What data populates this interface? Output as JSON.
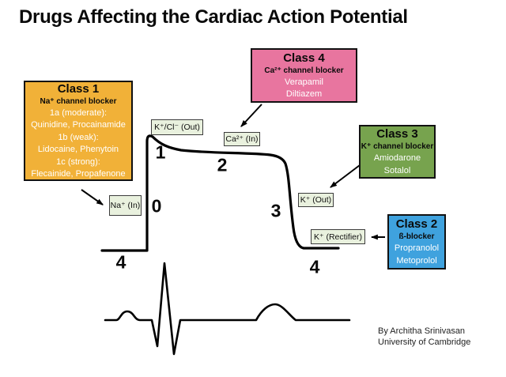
{
  "title": "Drugs Affecting the Cardiac Action Potential",
  "class_boxes": [
    {
      "title": "Class 1",
      "subtitle": "Na⁺ channel blocker",
      "color": "#F1B138",
      "lines": [
        "1a (moderate):",
        "Quinidine, Procainamide",
        "1b (weak):",
        "Lidocaine, Phenytoin",
        "1c (strong):",
        "Flecainide, Propafenone"
      ]
    },
    {
      "title": "Class 2",
      "subtitle": "ß-blocker",
      "color": "#3FA2DE",
      "lines": [
        "Propranolol",
        "Metoprolol"
      ]
    },
    {
      "title": "Class 3",
      "subtitle": "K⁺ channel blocker",
      "color": "#77A34E",
      "lines": [
        "Amiodarone",
        "Sotalol"
      ]
    },
    {
      "title": "Class 4",
      "subtitle": "Ca²⁺ channel blocker",
      "color": "#E8759F",
      "lines": [
        "Verapamil",
        "Diltiazem"
      ]
    }
  ],
  "channel_labels": {
    "kcl_out": "K⁺/Cl⁻ (Out)",
    "ca_in": "Ca²⁺ (In)",
    "na_in": "Na⁺ (In)",
    "k_out": "K⁺ (Out)",
    "k_rectifier": "K⁺ (Rectifier)"
  },
  "label_box_color": "#E9F1DE",
  "phase_numbers": {
    "p0": "0",
    "p1": "1",
    "p2": "2",
    "p3": "3",
    "p4_left": "4",
    "p4_right": "4"
  },
  "attribution": {
    "line1": "By Architha Srinivasan",
    "line2": "University of Cambridge"
  }
}
